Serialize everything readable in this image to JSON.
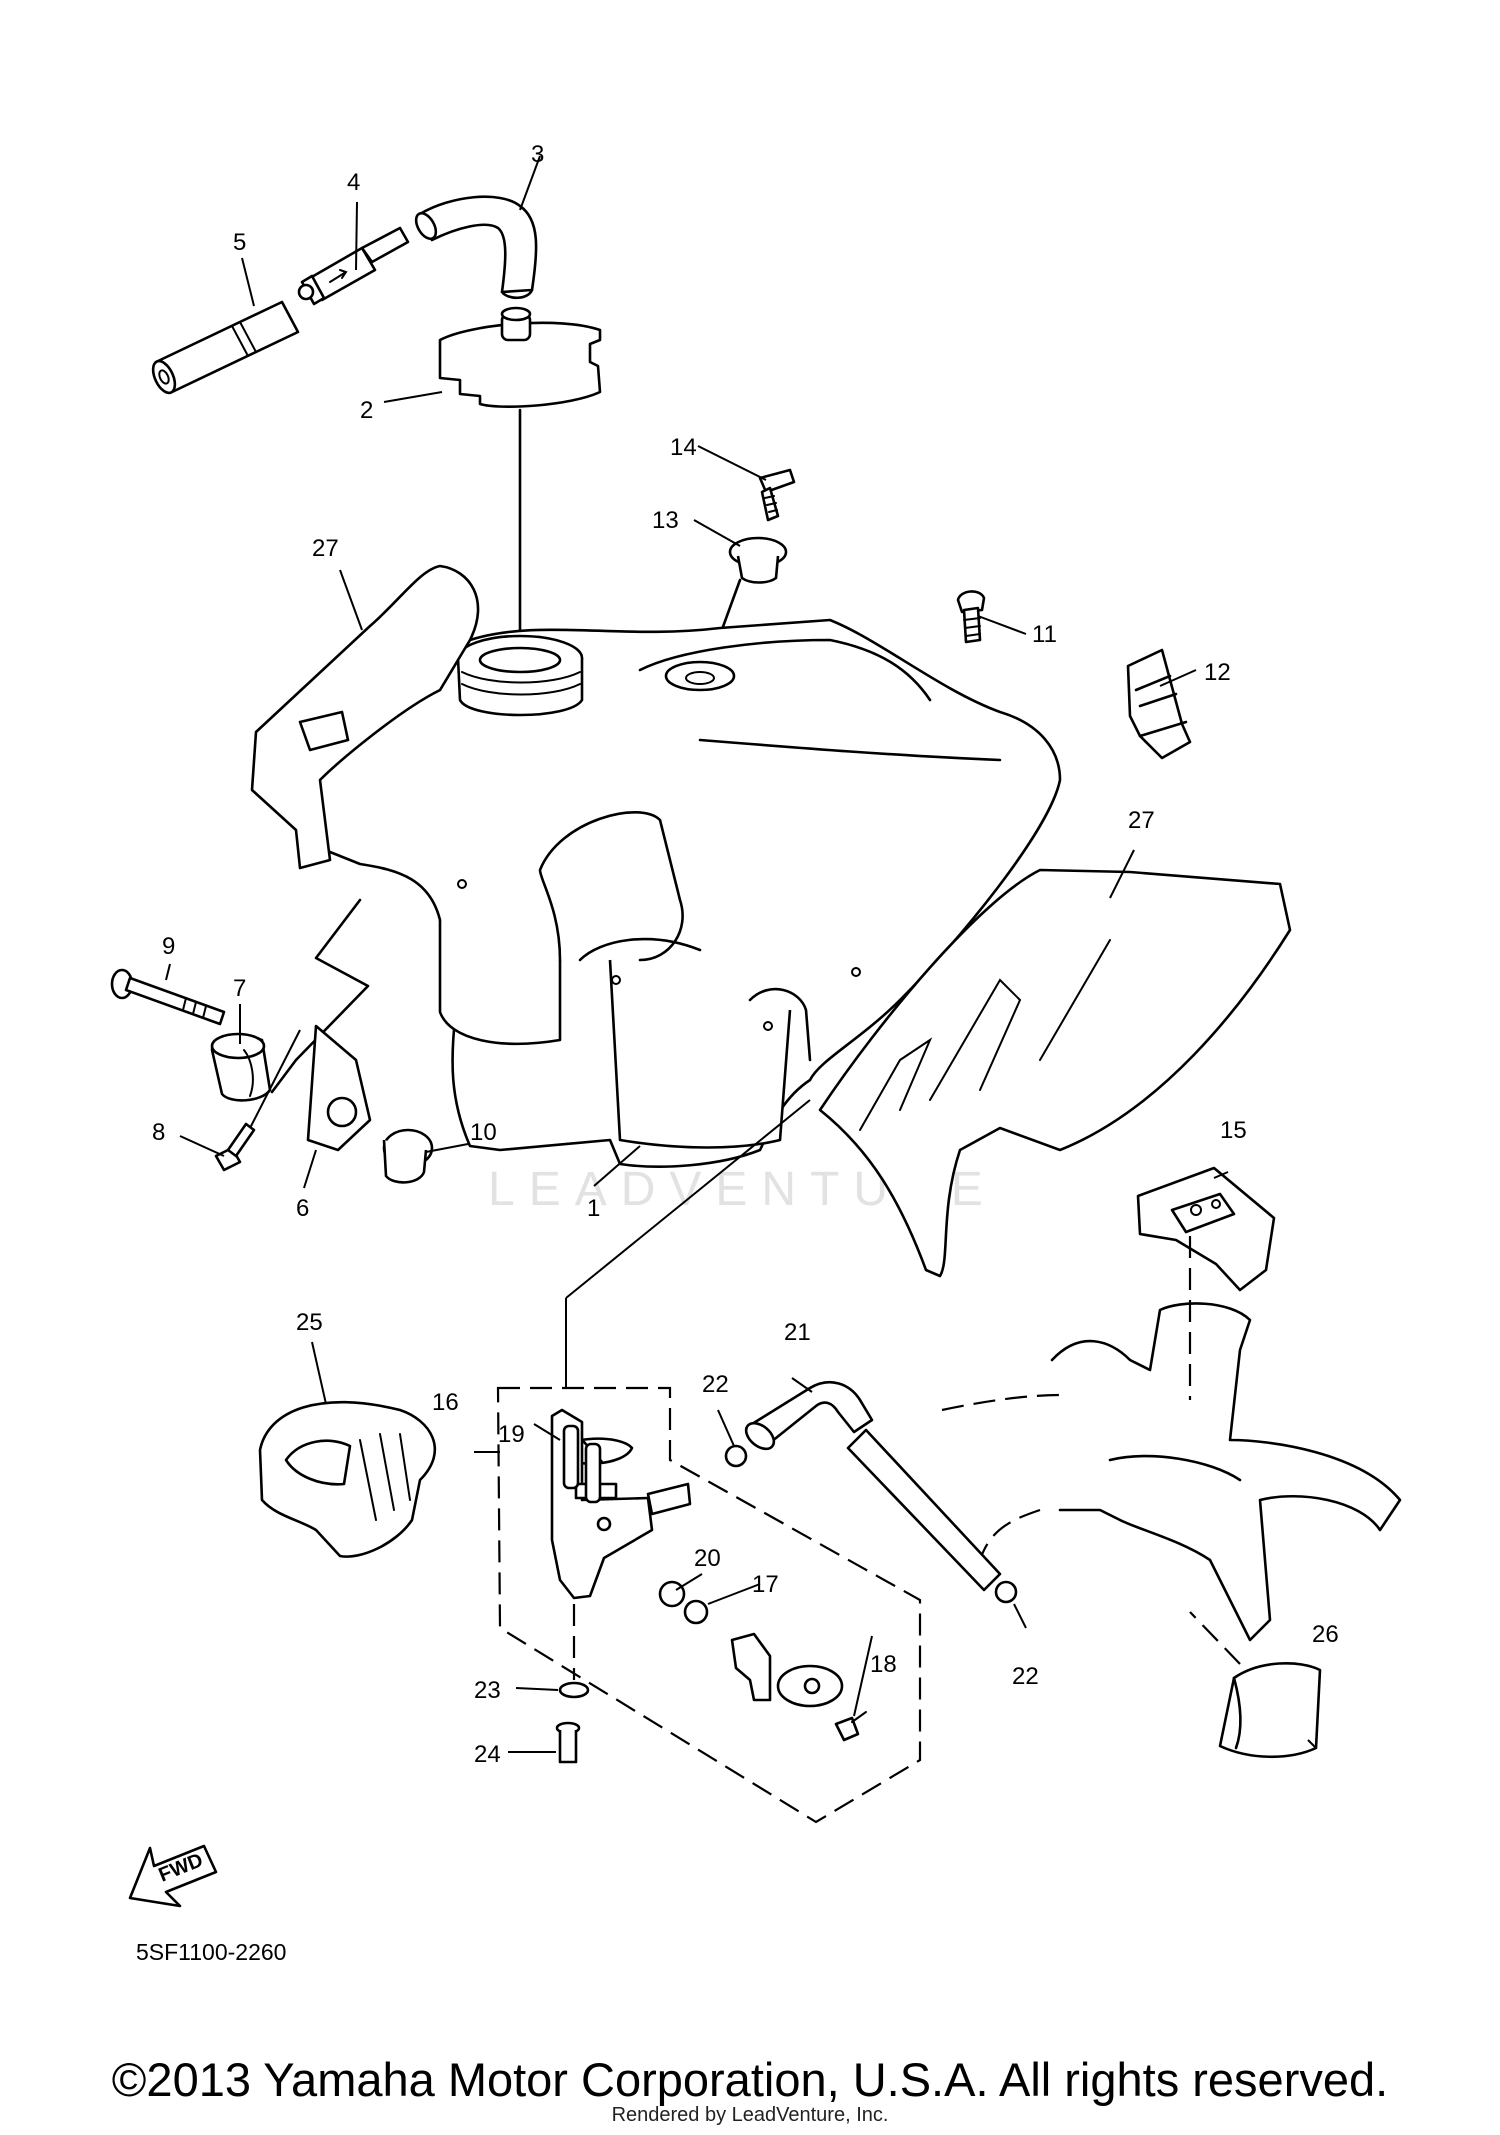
{
  "diagram_ref": "5SF1100-2260",
  "watermark": "LEADVENTURE",
  "fwd_label": "FWD",
  "copyright": "©2013 Yamaha Motor Corporation, U.S.A. All rights reserved.",
  "rendered_by": "Rendered by LeadVenture, Inc.",
  "callouts": [
    {
      "id": "c1",
      "label": "1"
    },
    {
      "id": "c2",
      "label": "2"
    },
    {
      "id": "c3",
      "label": "3"
    },
    {
      "id": "c4",
      "label": "4"
    },
    {
      "id": "c5",
      "label": "5"
    },
    {
      "id": "c6",
      "label": "6"
    },
    {
      "id": "c7",
      "label": "7"
    },
    {
      "id": "c8",
      "label": "8"
    },
    {
      "id": "c9",
      "label": "9"
    },
    {
      "id": "c10",
      "label": "10"
    },
    {
      "id": "c11",
      "label": "11"
    },
    {
      "id": "c12",
      "label": "12"
    },
    {
      "id": "c13",
      "label": "13"
    },
    {
      "id": "c14",
      "label": "14"
    },
    {
      "id": "c15",
      "label": "15"
    },
    {
      "id": "c16",
      "label": "16"
    },
    {
      "id": "c17",
      "label": "17"
    },
    {
      "id": "c18",
      "label": "18"
    },
    {
      "id": "c19",
      "label": "19"
    },
    {
      "id": "c20",
      "label": "20"
    },
    {
      "id": "c21",
      "label": "21"
    },
    {
      "id": "c22a",
      "label": "22"
    },
    {
      "id": "c22b",
      "label": "22"
    },
    {
      "id": "c23",
      "label": "23"
    },
    {
      "id": "c24",
      "label": "24"
    },
    {
      "id": "c25",
      "label": "25"
    },
    {
      "id": "c26",
      "label": "26"
    },
    {
      "id": "c27a",
      "label": "27"
    },
    {
      "id": "c27b",
      "label": "27"
    }
  ]
}
